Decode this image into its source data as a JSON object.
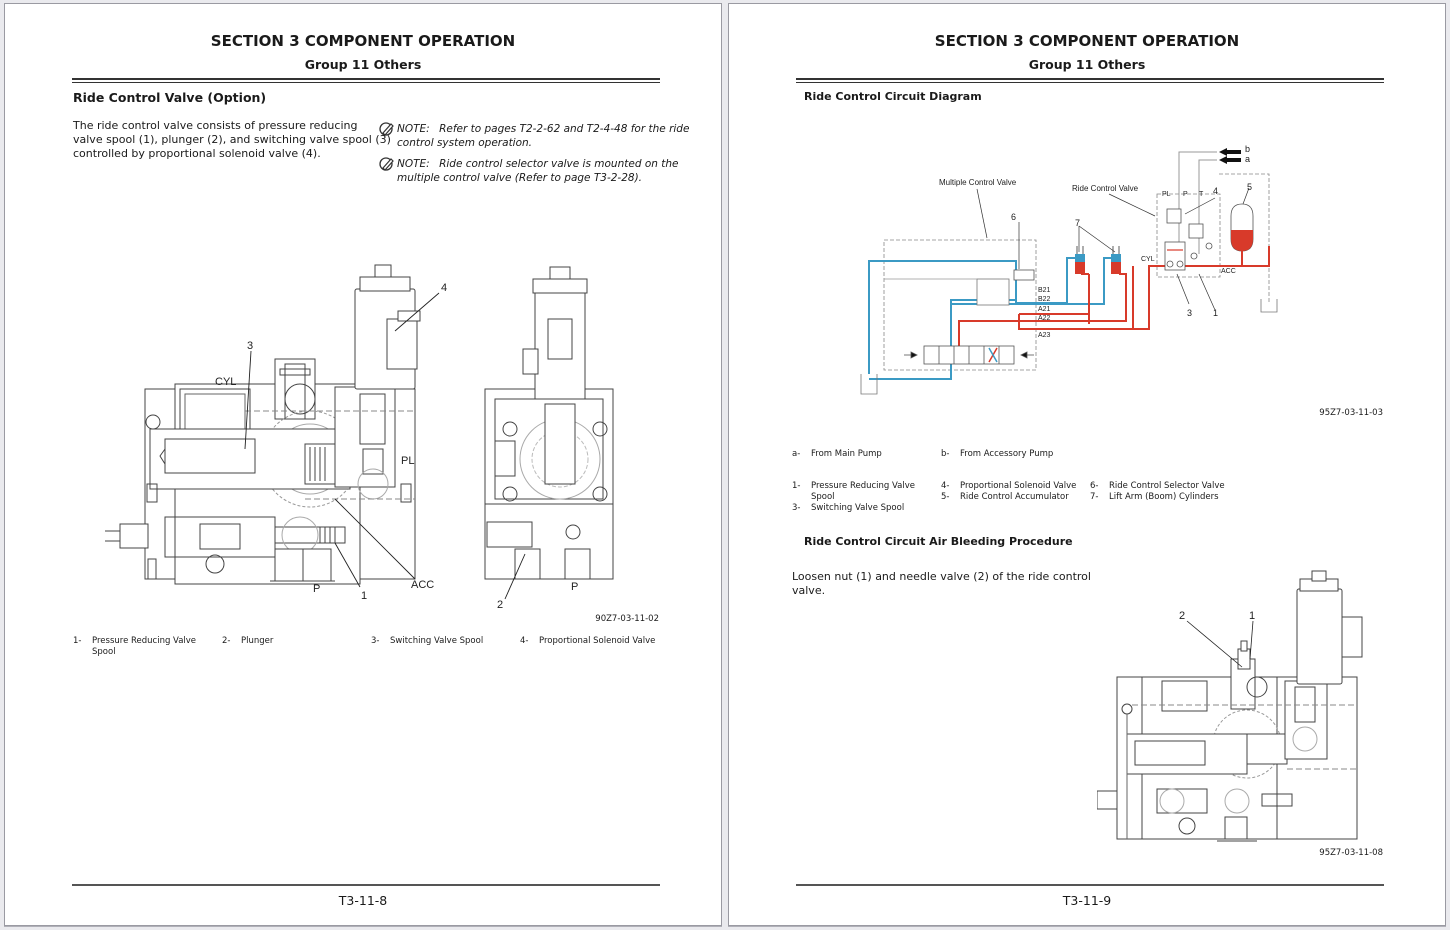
{
  "left_page": {
    "section_title": "SECTION 3 COMPONENT OPERATION",
    "group_title": "Group 11 Others",
    "heading": "Ride Control Valve (Option)",
    "body_lines": [
      "The ride control valve consists of pressure reducing",
      "valve spool (1), plunger (2), and switching valve spool (3)",
      "controlled by proportional solenoid valve (4)."
    ],
    "notes": [
      {
        "icon": "pencil-note-icon",
        "label": "NOTE:",
        "lines": [
          "Refer to pages T2-2-62 and T2-4-48 for the ride",
          "control system operation."
        ]
      },
      {
        "icon": "pencil-note-icon",
        "label": "NOTE:",
        "lines": [
          "Ride control selector valve is mounted on the",
          "multiple control valve (Refer to page T3-2-28)."
        ]
      }
    ],
    "figure": {
      "labels": {
        "n1": "1",
        "n2": "2",
        "n3": "3",
        "n4": "4",
        "cyl": "CYL",
        "pl": "PL",
        "acc": "ACC",
        "p1": "P",
        "p2": "P"
      },
      "code": "90Z7-03-11-02"
    },
    "legend": [
      {
        "num": "1-",
        "text": "Pressure Reducing Valve Spool"
      },
      {
        "num": "2-",
        "text": "Plunger"
      },
      {
        "num": "3-",
        "text": "Switching Valve Spool"
      },
      {
        "num": "4-",
        "text": "Proportional Solenoid Valve"
      }
    ],
    "page_number": "T3-11-8"
  },
  "right_page": {
    "section_title": "SECTION 3 COMPONENT OPERATION",
    "group_title": "Group 11 Others",
    "circuit": {
      "heading": "Ride Control Circuit Diagram",
      "labels": {
        "mcv": "Multiple Control Valve",
        "rcv": "Ride Control Valve",
        "n1": "1",
        "n3": "3",
        "n4": "4",
        "n5": "5",
        "n6": "6",
        "n7": "7",
        "a": "a",
        "b": "b",
        "pl": "PL",
        "p": "P",
        "t": "T",
        "cyl": "CYL",
        "acc": "ACC",
        "b21": "B21",
        "b22": "B22",
        "a21": "A21",
        "a22": "A22",
        "a23": "A23"
      },
      "colors": {
        "pilot": "#3b9ac4",
        "pressure": "#d83a2a",
        "line": "#8a8a8a"
      },
      "code": "95Z7-03-11-03"
    },
    "legend_ab": [
      {
        "num": "a-",
        "text": "From Main Pump"
      },
      {
        "num": "b-",
        "text": "From Accessory Pump"
      }
    ],
    "legend": [
      [
        {
          "num": "1-",
          "text": "Pressure Reducing Valve Spool"
        },
        {
          "num": "3-",
          "text": "Switching Valve Spool"
        }
      ],
      [
        {
          "num": "4-",
          "text": "Proportional Solenoid Valve"
        },
        {
          "num": "5-",
          "text": "Ride Control Accumulator"
        }
      ],
      [
        {
          "num": "6-",
          "text": "Ride Control Selector Valve"
        },
        {
          "num": "7-",
          "text": "Lift Arm (Boom) Cylinders"
        }
      ]
    ],
    "bleeding": {
      "heading": "Ride Control Circuit Air Bleeding Procedure",
      "body_lines": [
        "Loosen nut (1) and needle valve (2) of the ride control",
        "valve."
      ],
      "labels": {
        "n1": "1",
        "n2": "2"
      },
      "code": "95Z7-03-11-08"
    },
    "page_number": "T3-11-9"
  }
}
